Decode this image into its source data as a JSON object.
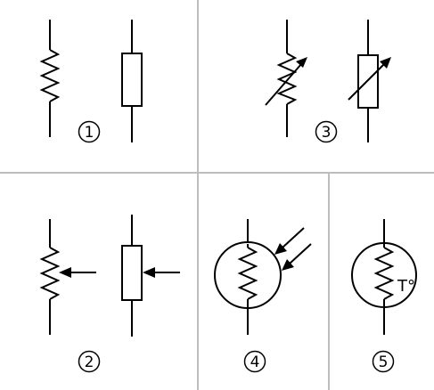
{
  "panels": [
    {
      "number": "1"
    },
    {
      "number": "2"
    },
    {
      "number": "3"
    },
    {
      "number": "4"
    },
    {
      "number": "5",
      "symbol_text": "T°"
    }
  ]
}
